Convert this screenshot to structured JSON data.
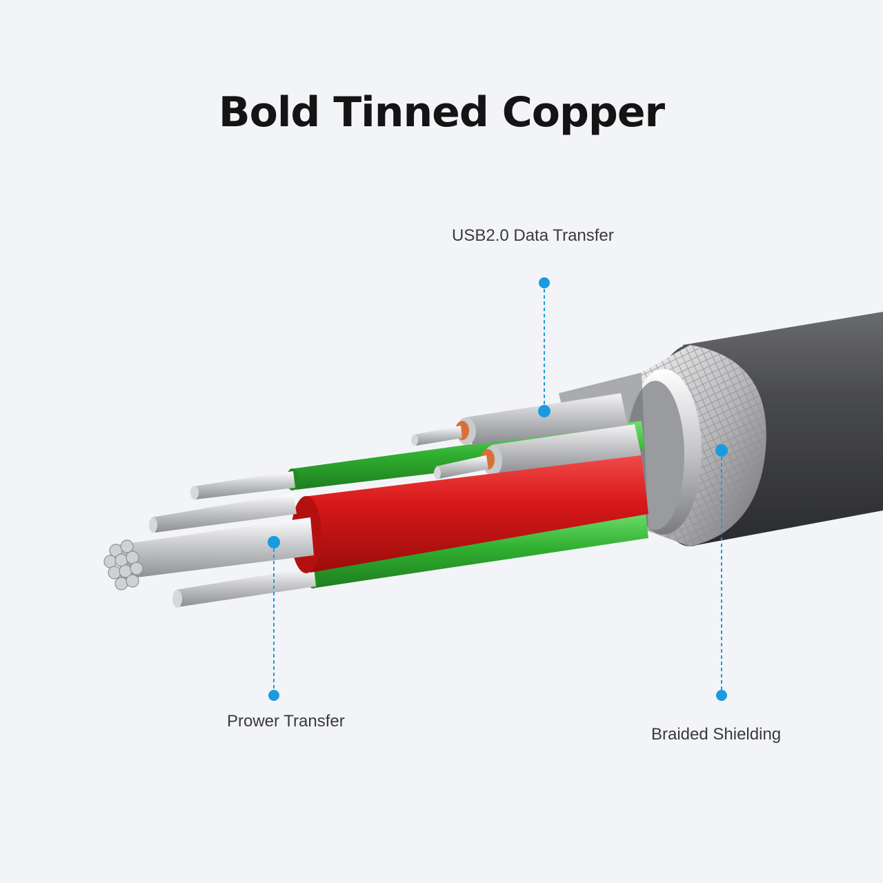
{
  "title": "Bold Tinned Copper",
  "callouts": {
    "usb": {
      "label": "USB2.0 Data Transfer"
    },
    "power": {
      "label": "Prower Transfer"
    },
    "braid": {
      "label": "Braided Shielding"
    }
  },
  "colors": {
    "callout": "#1a9be0",
    "jacket": "#3c3d3f",
    "red_wire": "#d81818",
    "green_wire": "#2fae2f",
    "copper": "#d9703a"
  }
}
